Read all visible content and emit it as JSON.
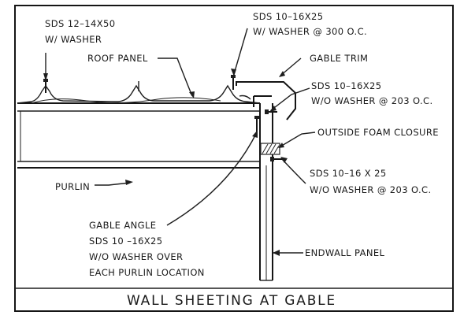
{
  "title": "WALL SHEETING AT GABLE",
  "callouts": {
    "sds_washer": [
      "SDS 12–14X50",
      "W/ WASHER"
    ],
    "roof_panel": "ROOF PANEL",
    "sds_washer_300": [
      "SDS 10–16X25",
      "W/ WASHER @ 300 O.C."
    ],
    "gable_trim": "GABLE TRIM",
    "sds_wo_203_a": [
      "SDS 10–16X25",
      "W/O WASHER @ 203 O.C."
    ],
    "outside_foam": "OUTSIDE FOAM CLOSURE",
    "sds_wo_203_b": [
      "SDS 10–16 X 25",
      "W/O WASHER @ 203 O.C."
    ],
    "purlin": "PURLIN",
    "gable_angle": [
      "GABLE ANGLE",
      "SDS 10 –16X25",
      "W/O WASHER OVER",
      "EACH PURLIN LOCATION"
    ],
    "endwall_panel": "ENDWALL PANEL"
  }
}
